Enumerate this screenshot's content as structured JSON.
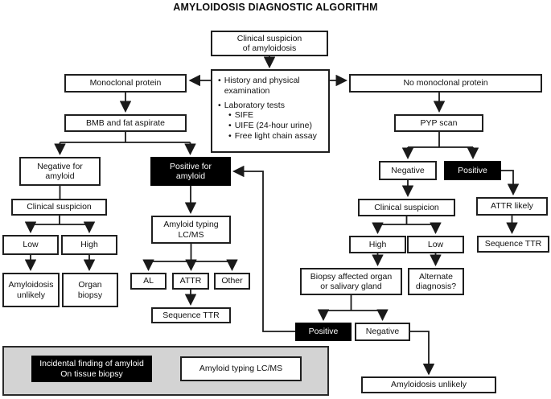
{
  "title": "AMYLOIDOSIS DIAGNOSTIC ALGORITHM",
  "colors": {
    "line": "#1a1a1a",
    "box_border": "#1f1f1f",
    "filled_box": "#000000",
    "filled_box_text": "#ffffff",
    "panel_fill": "#d3d3d3",
    "background": "#ffffff"
  },
  "workup": {
    "items": [
      {
        "text": "History and physical examination",
        "level": 1
      },
      {
        "text": "Laboratory tests",
        "level": 1
      },
      {
        "text": "SIFE",
        "level": 2
      },
      {
        "text": "UIFE (24-hour urine)",
        "level": 2
      },
      {
        "text": "Free light chain assay",
        "level": 2
      }
    ]
  },
  "nodes": {
    "clinical_top": {
      "lines": [
        "Clinical suspicion",
        "of amyloidosis"
      ]
    },
    "monoclonal": {
      "label": "Monoclonal protein"
    },
    "no_monoclonal": {
      "label": "No monoclonal protein"
    },
    "bmb": {
      "label": "BMB and fat aspirate"
    },
    "pyp": {
      "label": "PYP scan"
    },
    "neg_amyloid": {
      "lines": [
        "Negative for",
        "amyloid"
      ]
    },
    "pos_amyloid": {
      "lines": [
        "Positive for",
        "amyloid"
      ]
    },
    "clin_susp_left": {
      "label": "Clinical suspicion"
    },
    "low_left": {
      "label": "Low"
    },
    "high_left": {
      "label": "High"
    },
    "amyl_unlikely_left": {
      "lines": [
        "Amyloidosis",
        "unlikely"
      ]
    },
    "organ_biopsy": {
      "lines": [
        "Organ",
        "biopsy"
      ]
    },
    "amyloid_typing": {
      "lines": [
        "Amyloid typing",
        "LC/MS"
      ]
    },
    "al": {
      "label": "AL"
    },
    "attr": {
      "label": "ATTR"
    },
    "other": {
      "label": "Other"
    },
    "seq_ttr_mid": {
      "label": "Sequence TTR"
    },
    "neg_right": {
      "label": "Negative"
    },
    "pos_right": {
      "label": "Positive"
    },
    "clin_susp_right": {
      "label": "Clinical suspicion"
    },
    "attr_likely": {
      "label": "ATTR likely"
    },
    "high_right": {
      "label": "High"
    },
    "low_right": {
      "label": "Low"
    },
    "seq_ttr_right": {
      "label": "Sequence TTR"
    },
    "biopsy_organ": {
      "lines": [
        "Biopsy affected organ",
        "or salivary gland"
      ]
    },
    "alt_diag": {
      "lines": [
        "Alternate",
        "diagnosis?"
      ]
    },
    "pos_bottom": {
      "label": "Positive"
    },
    "neg_bottom": {
      "label": "Negative"
    },
    "amyl_unlikely_right": {
      "label": "Amyloidosis unlikely"
    },
    "incidental": {
      "lines": [
        "Incidental finding of amyloid",
        "On tissue biopsy"
      ]
    },
    "amyloid_typing_bottom": {
      "label": "Amyloid typing LC/MS"
    }
  }
}
